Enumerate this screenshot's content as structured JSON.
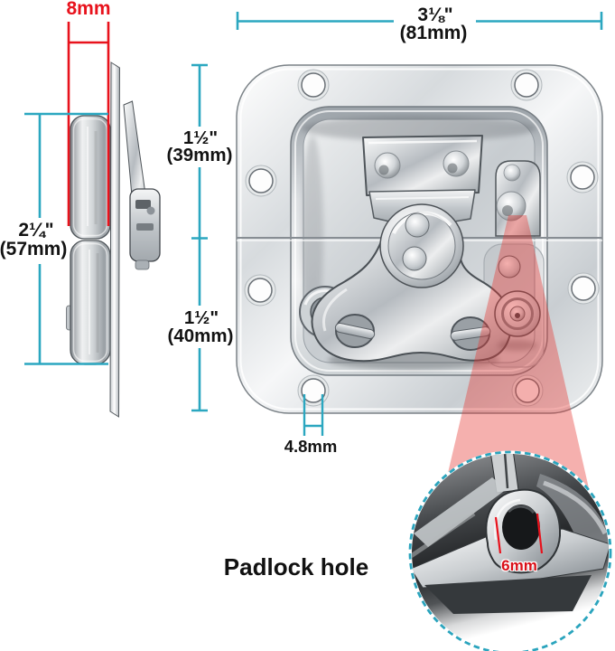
{
  "colors": {
    "dimension_line_teal": "#2ba7c0",
    "highlight_red": "#e8121c",
    "beam_pink": "rgba(229,57,53,0.40)",
    "text_dark": "#131313"
  },
  "side_view": {
    "depth": {
      "value": "8mm"
    },
    "total_height": {
      "inches": "2¼\"",
      "metric": "(57mm)"
    }
  },
  "front_view": {
    "width": {
      "inches": "3⅛\"",
      "metric": "(81mm)"
    },
    "upper_height": {
      "inches": "1½\"",
      "metric": "(39mm)"
    },
    "lower_height": {
      "inches": "1½\"",
      "metric": "(40mm)"
    },
    "mount_hole_diameter": {
      "value": "4.8mm"
    }
  },
  "inset": {
    "caption": "Padlock hole",
    "hole_diameter": {
      "value": "6mm"
    }
  }
}
